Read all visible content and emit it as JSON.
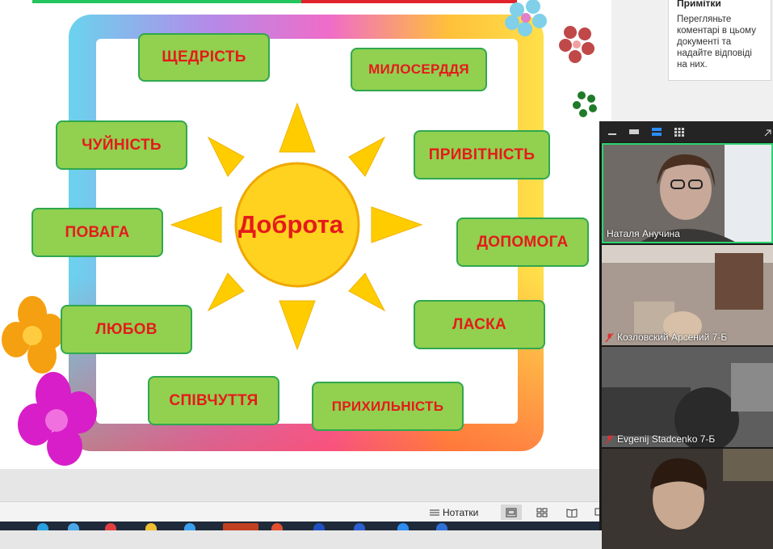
{
  "slide": {
    "center_word": "Доброта",
    "words": [
      {
        "id": "shchedrist",
        "text": "ЩЕДРІСТЬ"
      },
      {
        "id": "myloserdia",
        "text": "МИЛОСЕРДДЯ"
      },
      {
        "id": "chuinist",
        "text": "ЧУЙНІСТЬ"
      },
      {
        "id": "pryvitnist",
        "text": "ПРИВІТНІСТЬ"
      },
      {
        "id": "povaha",
        "text": "ПОВАГА"
      },
      {
        "id": "dopomoha",
        "text": "ДОПОМОГА"
      },
      {
        "id": "liubov",
        "text": "ЛЮБОВ"
      },
      {
        "id": "laska",
        "text": "ЛАСКА"
      },
      {
        "id": "spivchuttia",
        "text": "СПІВЧУТТЯ"
      },
      {
        "id": "prykhylnist",
        "text": "ПРИХИЛЬНІСТЬ"
      }
    ],
    "colors": {
      "word_fill": "#92d050",
      "word_border": "#2fa84f",
      "word_text": "#e41b1b",
      "sun": "#ffd21f",
      "sun_ray": "#ffcc00"
    }
  },
  "comments": {
    "title": "Примітки",
    "text": "Перегляньте коментарі в цьому документі та надайте відповіді на них."
  },
  "status_bar": {
    "notes_label": "Нотатки",
    "views": [
      "normal-view-icon",
      "slide-sorter-icon",
      "reading-view-icon",
      "slideshow-icon"
    ]
  },
  "video": {
    "toolbar_icons": [
      "minimize-icon",
      "thumbnail-icon",
      "speaker-view-icon",
      "gallery-view-icon",
      "collapse-icon"
    ],
    "participants": [
      {
        "name": "Наталя Анучина",
        "muted": false,
        "active": true
      },
      {
        "name": "Козловский Арсений 7-Б",
        "muted": true,
        "active": false
      },
      {
        "name": "Evgenij Stadcenko 7-Б",
        "muted": true,
        "active": false
      },
      {
        "name": "",
        "muted": false,
        "active": false
      }
    ]
  }
}
